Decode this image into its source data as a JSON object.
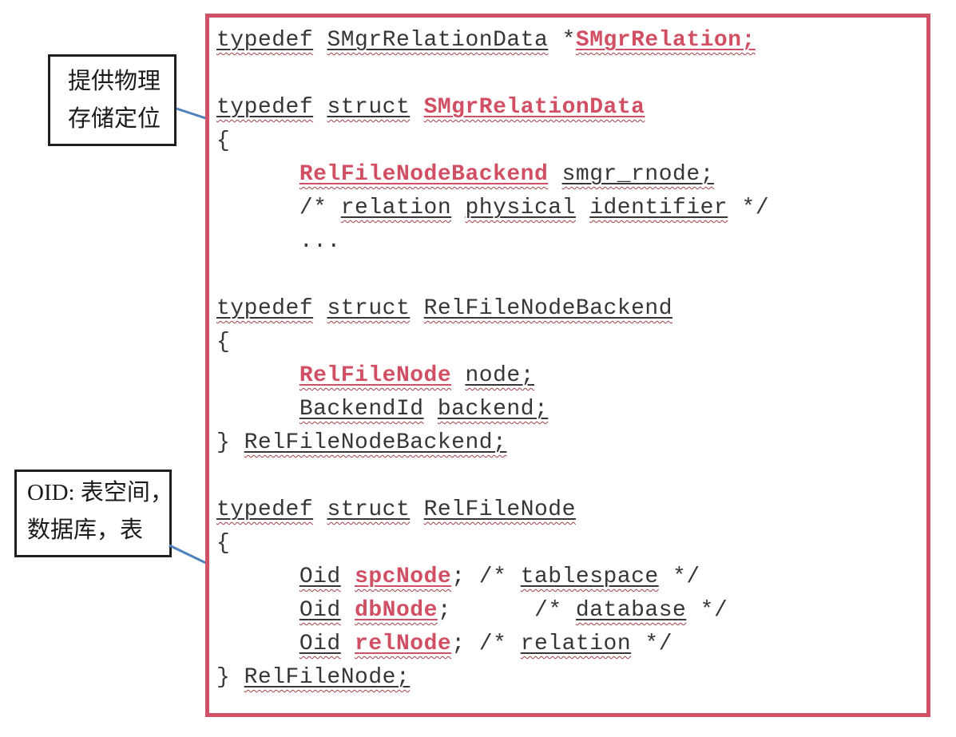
{
  "colors": {
    "panel_border": "#d15266",
    "code_text": "#363636",
    "keyword_red": "#d14f63",
    "squiggle_red": "#9e3f44",
    "arrow_blue": "#4f81bd",
    "note_border": "#1f1f1f"
  },
  "notes": {
    "physical_storage": {
      "line1": "提供物理",
      "line2": "存储定位"
    },
    "oid": {
      "line1": "OID: 表空间，",
      "line2": "数据库，表"
    }
  },
  "code": {
    "lines": [
      [
        {
          "t": "typedef",
          "s": "p"
        },
        {
          "t": " "
        },
        {
          "t": "SMgrRelationData",
          "s": "p"
        },
        {
          "t": " *"
        },
        {
          "t": "SMgrRelation;",
          "s": "r"
        }
      ],
      [],
      [
        {
          "t": "typedef",
          "s": "p"
        },
        {
          "t": " "
        },
        {
          "t": "struct",
          "s": "p"
        },
        {
          "t": " "
        },
        {
          "t": "SMgrRelationData",
          "s": "r"
        }
      ],
      [
        {
          "t": "{"
        }
      ],
      [
        {
          "t": "      "
        },
        {
          "t": "RelFileNodeBackend",
          "s": "r"
        },
        {
          "t": " "
        },
        {
          "t": "smgr_rnode;",
          "s": "p"
        }
      ],
      [
        {
          "t": "      /* "
        },
        {
          "t": "relation",
          "s": "p"
        },
        {
          "t": " "
        },
        {
          "t": "physical",
          "s": "p"
        },
        {
          "t": " "
        },
        {
          "t": "identifier",
          "s": "p"
        },
        {
          "t": " */"
        }
      ],
      [
        {
          "t": "      ..."
        }
      ],
      [],
      [
        {
          "t": "typedef",
          "s": "p"
        },
        {
          "t": " "
        },
        {
          "t": "struct",
          "s": "p"
        },
        {
          "t": " "
        },
        {
          "t": "RelFileNodeBackend",
          "s": "p"
        }
      ],
      [
        {
          "t": "{"
        }
      ],
      [
        {
          "t": "      "
        },
        {
          "t": "RelFileNode",
          "s": "r"
        },
        {
          "t": " "
        },
        {
          "t": "node;",
          "s": "p"
        }
      ],
      [
        {
          "t": "      "
        },
        {
          "t": "BackendId",
          "s": "p"
        },
        {
          "t": " "
        },
        {
          "t": "backend;",
          "s": "p"
        }
      ],
      [
        {
          "t": "} "
        },
        {
          "t": "RelFileNodeBackend;",
          "s": "p"
        }
      ],
      [],
      [
        {
          "t": "typedef",
          "s": "p"
        },
        {
          "t": " "
        },
        {
          "t": "struct",
          "s": "p"
        },
        {
          "t": " "
        },
        {
          "t": "RelFileNode",
          "s": "p"
        }
      ],
      [
        {
          "t": "{"
        }
      ],
      [
        {
          "t": "      "
        },
        {
          "t": "Oid",
          "s": "p"
        },
        {
          "t": " "
        },
        {
          "t": "spcNode",
          "s": "r"
        },
        {
          "t": "; /* "
        },
        {
          "t": "tablespace",
          "s": "p"
        },
        {
          "t": " */"
        }
      ],
      [
        {
          "t": "      "
        },
        {
          "t": "Oid",
          "s": "p"
        },
        {
          "t": " "
        },
        {
          "t": "dbNode",
          "s": "r"
        },
        {
          "t": ";      /* "
        },
        {
          "t": "database",
          "s": "p"
        },
        {
          "t": " */"
        }
      ],
      [
        {
          "t": "      "
        },
        {
          "t": "Oid",
          "s": "p"
        },
        {
          "t": " "
        },
        {
          "t": "relNode",
          "s": "r"
        },
        {
          "t": "; /* "
        },
        {
          "t": "relation",
          "s": "p"
        },
        {
          "t": " */"
        }
      ],
      [
        {
          "t": "} "
        },
        {
          "t": "RelFileNode;",
          "s": "p"
        }
      ]
    ]
  }
}
